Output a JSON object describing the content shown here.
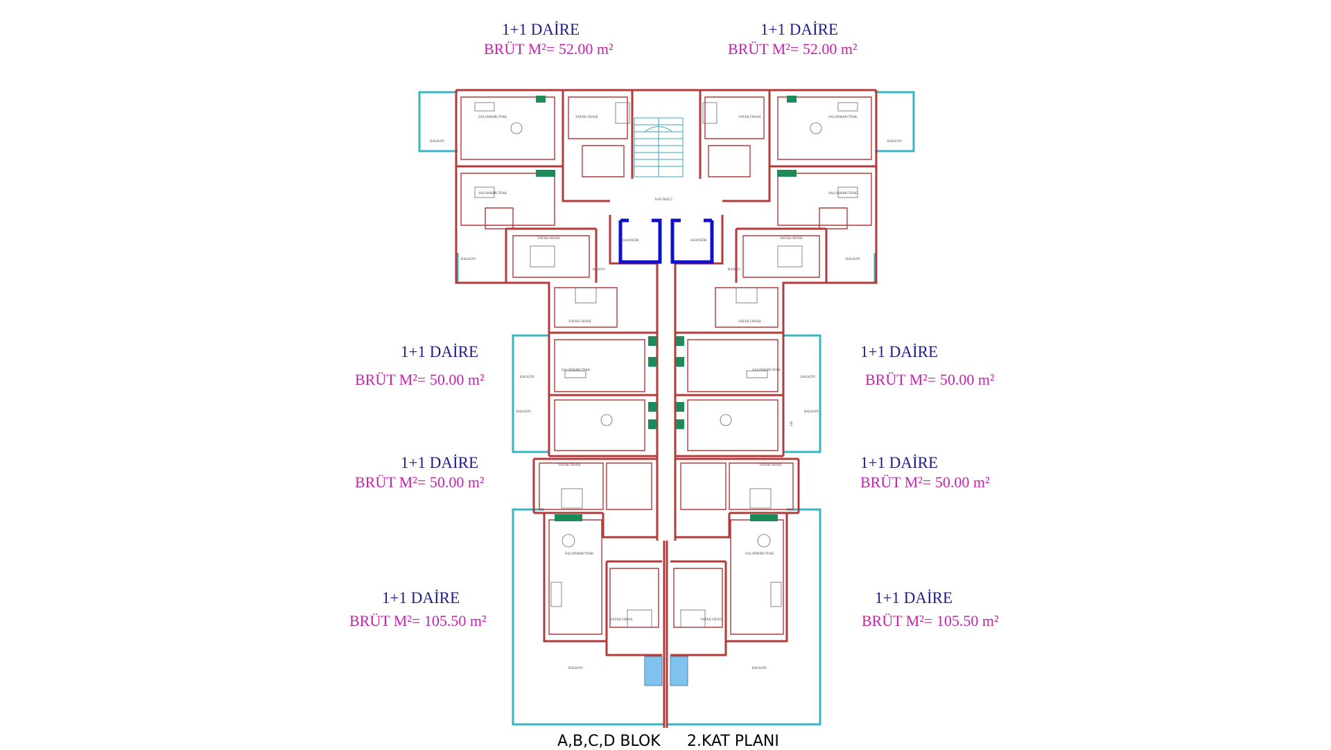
{
  "units": [
    {
      "type": "1+1 DAİRE",
      "area": "BRÜT M²= 52.00 m²"
    },
    {
      "type": "1+1 DAİRE",
      "area": "BRÜT M²= 52.00 m²"
    },
    {
      "type": "1+1 DAİRE",
      "area": "BRÜT M²= 50.00 m²"
    },
    {
      "type": "1+1 DAİRE",
      "area": "BRÜT M²= 50.00 m²"
    },
    {
      "type": "1+1 DAİRE",
      "area": "BRÜT M²= 50.00 m²"
    },
    {
      "type": "1+1 DAİRE",
      "area": "BRÜT M²= 50.00 m²"
    },
    {
      "type": "1+1 DAİRE",
      "area": "BRÜT M²= 105.50 m²"
    },
    {
      "type": "1+1 DAİRE",
      "area": "BRÜT M²= 105.50 m²"
    }
  ],
  "caption": {
    "block": "A,B,C,D BLOK",
    "floor": "2.KAT PLANI"
  },
  "rooms": {
    "salon": "SALON&MUTFAK",
    "yatak": "YATAK ODASI",
    "banyo": "BANYO",
    "balkon": "BALKON",
    "asansor": "ASANSÖR",
    "kat_holu": "KAT HOLÜ",
    "dimension": "345"
  },
  "colors": {
    "wall": "#b23a3a",
    "balcony": "#35b6c2",
    "elevator": "#1010c8",
    "type_text": "#1c1c8c",
    "area_text": "#c323ab",
    "pool": "#7fc3ee"
  }
}
